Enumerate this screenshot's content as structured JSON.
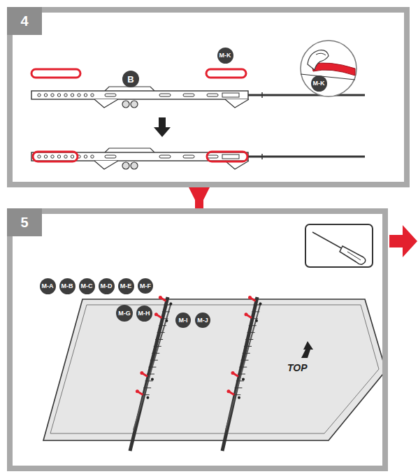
{
  "diagram": {
    "nodes": [
      {
        "text": [
          "4"
        ]
      },
      {
        "text": [
          "B"
        ],
        "in": 0
      },
      {
        "text": [
          "M-K"
        ],
        "in": 0
      },
      {
        "text": [
          "M-K"
        ],
        "in": 0
      },
      {
        "text": [
          "5"
        ]
      },
      {
        "text": [
          "M-A"
        ],
        "in": 4
      },
      {
        "text": [
          "M-B"
        ],
        "in": 4
      },
      {
        "text": [
          "M-C"
        ],
        "in": 4
      },
      {
        "text": [
          "M-D"
        ],
        "in": 4
      },
      {
        "text": [
          "M-E"
        ],
        "in": 4
      },
      {
        "text": [
          "M-F"
        ],
        "in": 4
      },
      {
        "text": [
          "M-G"
        ],
        "in": 4
      },
      {
        "text": [
          "M-H"
        ],
        "in": 4
      },
      {
        "text": [
          "M-I"
        ],
        "in": 4
      },
      {
        "text": [
          "M-J"
        ],
        "in": 4
      }
    ],
    "edges": [
      {
        "from": 0,
        "to": 4,
        "arrow": "to"
      }
    ],
    "labels": [
      "TOP"
    ]
  }
}
